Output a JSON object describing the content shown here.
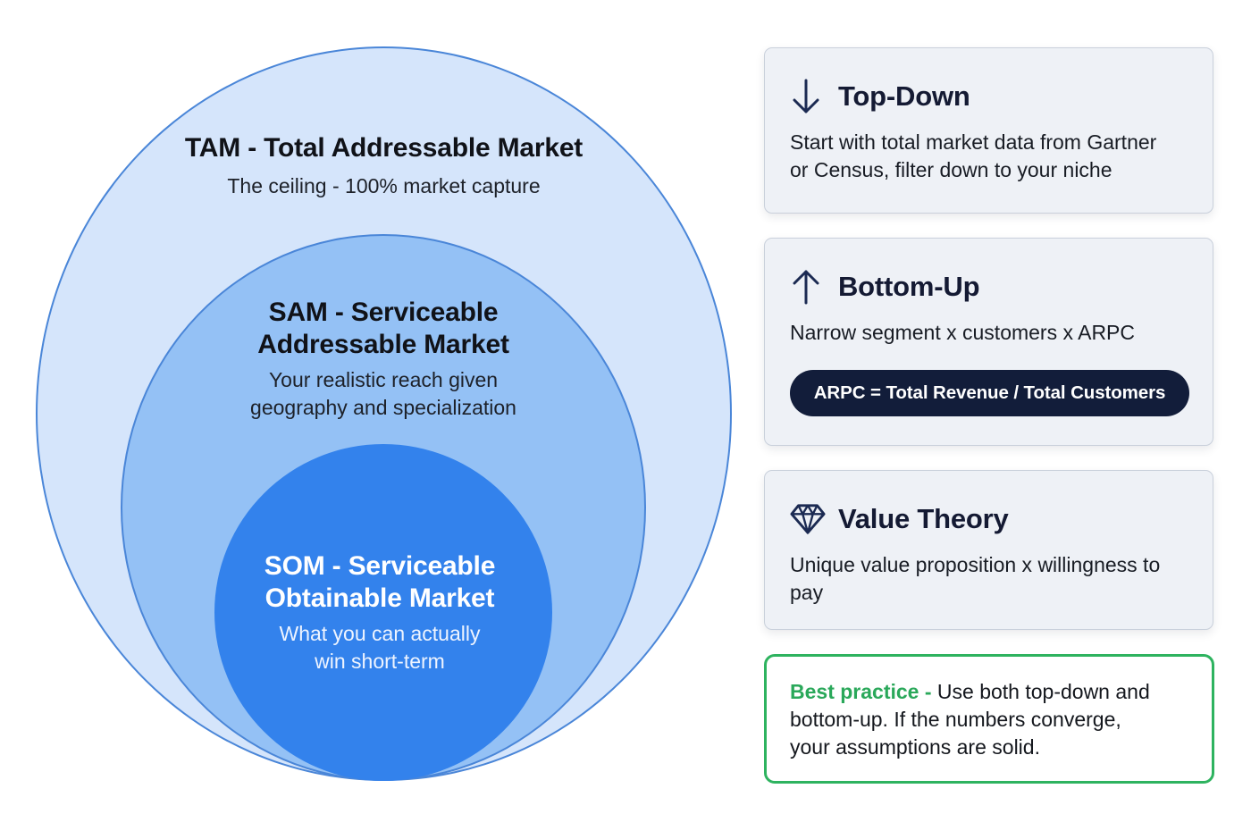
{
  "colors": {
    "tam_fill": "#d5e5fb",
    "sam_fill": "#94c1f5",
    "som_fill": "#3382ec",
    "circle_stroke": "#4a86d8",
    "card_bg": "#eef1f6",
    "title_navy": "#141a33",
    "pill_bg": "#121d3a",
    "best_practice_green": "#2eb35f"
  },
  "diagram": {
    "tam": {
      "title": "TAM - Total Addressable Market",
      "subtitle": "The ceiling - 100% market capture"
    },
    "sam": {
      "title_line1": "SAM - Serviceable",
      "title_line2": "Addressable Market",
      "subtitle_line1": "Your realistic reach given",
      "subtitle_line2": "geography and specialization"
    },
    "som": {
      "title_line1": "SOM - Serviceable",
      "title_line2": "Obtainable Market",
      "subtitle_line1": "What you can actually",
      "subtitle_line2": "win short-term"
    }
  },
  "cards": [
    {
      "icon": "arrow-down-icon",
      "title": "Top-Down",
      "text_line1": "Start with total market data from Gartner",
      "text_line2": "or Census, filter down to your niche"
    },
    {
      "icon": "arrow-up-icon",
      "title": "Bottom-Up",
      "text_line1": "Narrow segment x customers x ARPC",
      "formula": "ARPC = Total Revenue / Total Customers"
    },
    {
      "icon": "diamond-icon",
      "title": "Value Theory",
      "text_line1": "Unique value proposition x willingness to",
      "text_line2": "pay"
    }
  ],
  "best_practice": {
    "label": "Best practice - ",
    "text_line1": "Use both top-down and",
    "text_line2": "bottom-up. If the numbers converge,",
    "text_line3": "your assumptions are solid."
  }
}
